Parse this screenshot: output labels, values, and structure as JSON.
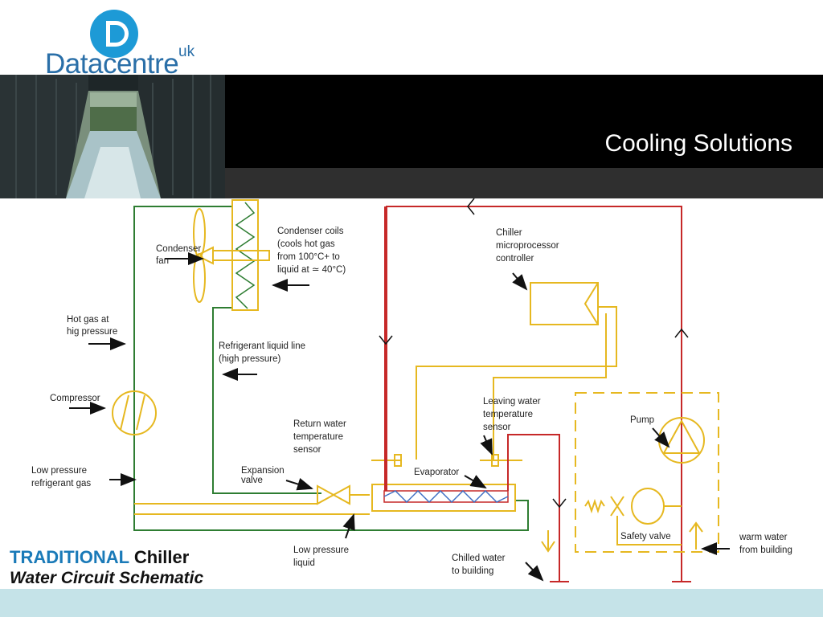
{
  "header": {
    "title": "Cooling Solutions",
    "logo_prefix": "Data",
    "logo_suffix": "centre",
    "logo_superscript": "uk"
  },
  "caption": {
    "highlight": "TRADITIONAL",
    "line1_rest": " Chiller",
    "line2": "Water Circuit Schematic"
  },
  "labels": {
    "condenser_fan": [
      "Condenser",
      "fan"
    ],
    "condenser_coils": [
      "Condenser coils",
      "(cools hot gas",
      "from 100°C+ to",
      "liquid at ≃ 40°C)"
    ],
    "hot_gas": [
      "Hot gas at",
      "hig pressure"
    ],
    "refrigerant_liquid_line": [
      "Refrigerant liquid line",
      "(high pressure)"
    ],
    "compressor": [
      "Compressor"
    ],
    "low_pressure_gas": [
      "Low pressure",
      "refrigerant gas"
    ],
    "return_water_sensor": [
      "Return water",
      "temperature",
      "sensor"
    ],
    "expansion_valve": [
      "Expansion",
      "valve"
    ],
    "low_pressure_liquid": [
      "Low pressure",
      "liquid"
    ],
    "evaporator": [
      "Evaporator"
    ],
    "leaving_water_sensor": [
      "Leaving water",
      "temperature",
      "sensor"
    ],
    "chiller_controller": [
      "Chiller",
      "microprocessor",
      "controller"
    ],
    "pump": [
      "Pump"
    ],
    "safety_valve": [
      "Safety valve"
    ],
    "warm_water": [
      "warm water",
      "from building"
    ],
    "chilled_water": [
      "Chilled water",
      "to building"
    ]
  },
  "colors": {
    "green_pipe": "#2e7d32",
    "yellow_pipe": "#e6b820",
    "red_pipe": "#c62828",
    "blue_coil": "#3f6fc4",
    "title_bar": "#000000",
    "highlight": "#1a7ab8",
    "footer_band": "#c5e3e8"
  }
}
